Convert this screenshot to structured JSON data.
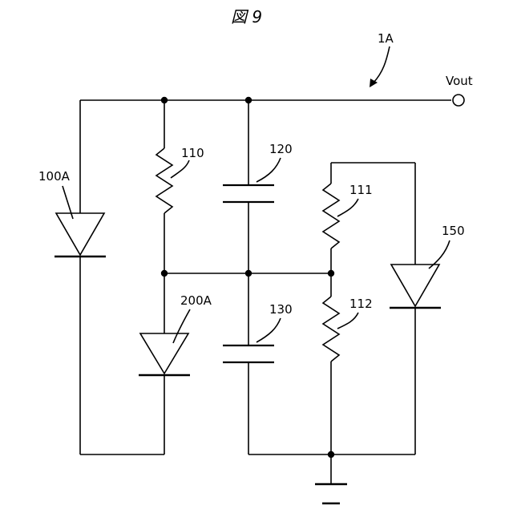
{
  "figure": {
    "title": "図 9",
    "assembly_label": "1A"
  },
  "terminals": {
    "vout": "Vout"
  },
  "components": {
    "diode_100a": "100A",
    "resistor_110": "110",
    "capacitor_120": "120",
    "resistor_111": "111",
    "diode_150": "150",
    "diode_200a": "200A",
    "capacitor_130": "130",
    "resistor_112": "112"
  }
}
